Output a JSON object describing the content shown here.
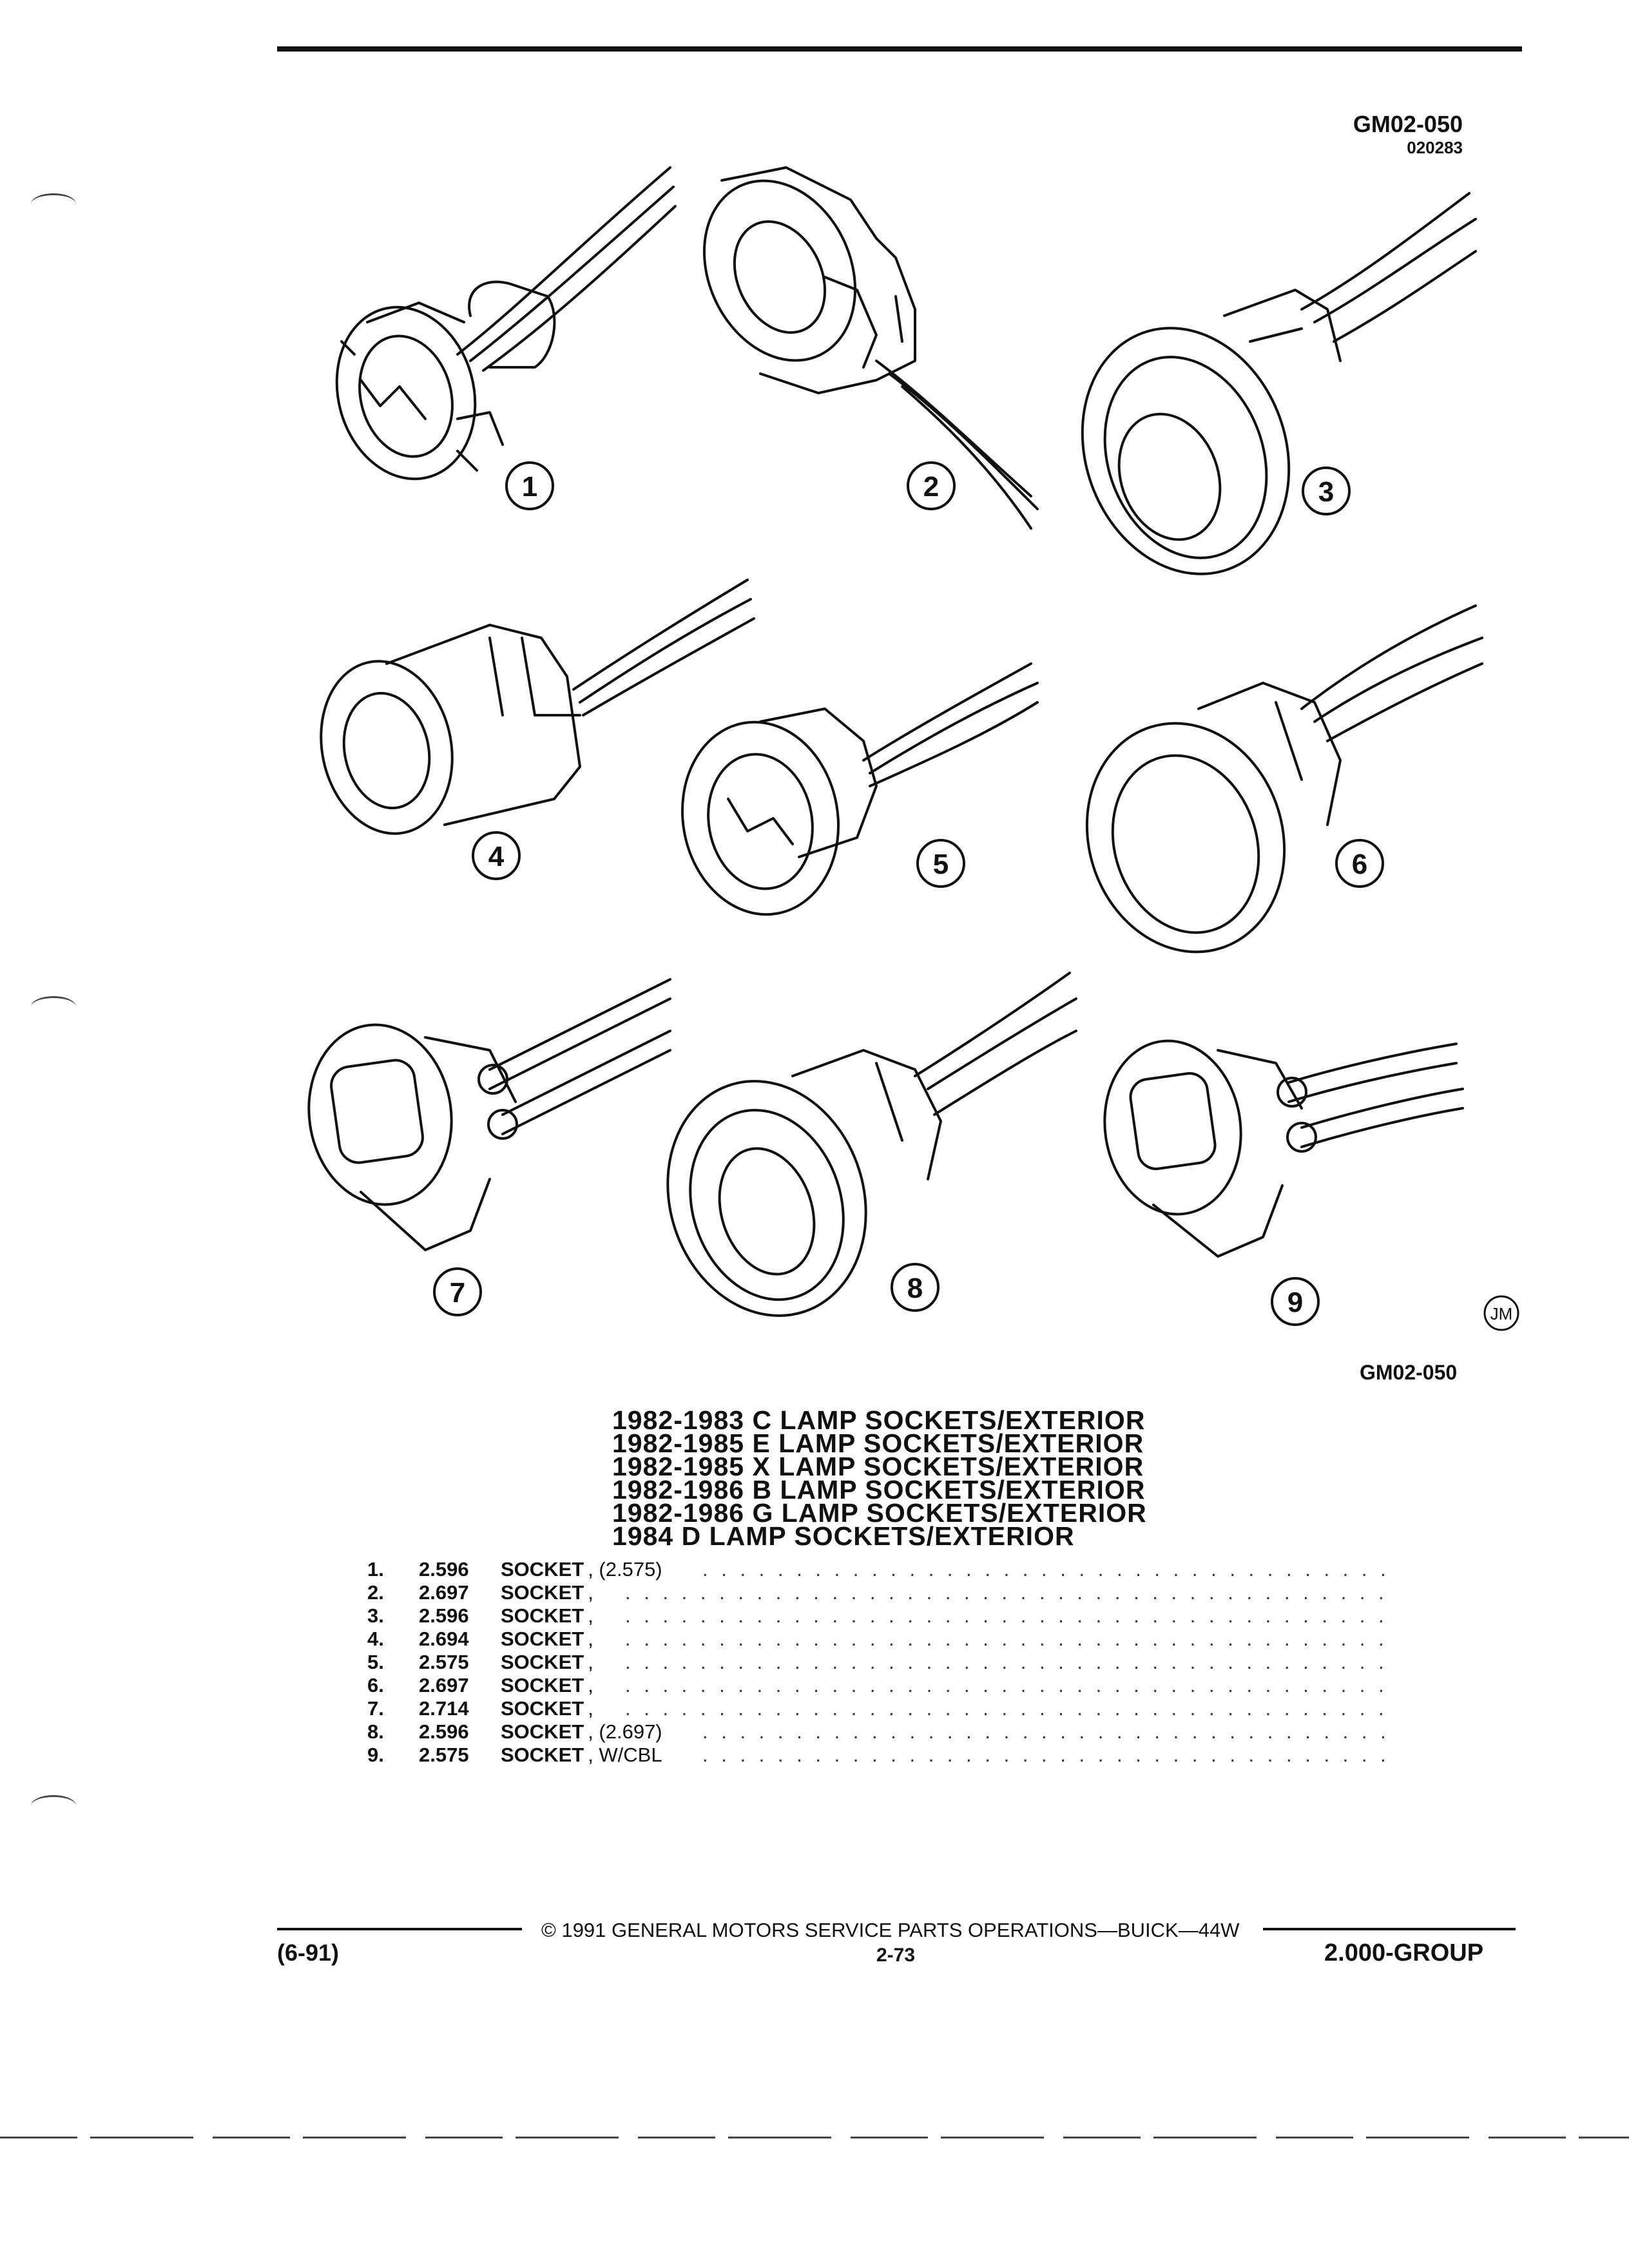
{
  "header": {
    "code": "GM02-050",
    "subcode": "020283"
  },
  "figure": {
    "callouts": [
      "1",
      "2",
      "3",
      "4",
      "5",
      "6",
      "7",
      "8",
      "9"
    ],
    "artist_mark": "JM",
    "code": "GM02-050"
  },
  "titles": [
    "1982-1983 C LAMP SOCKETS/EXTERIOR",
    "1982-1985 E LAMP SOCKETS/EXTERIOR",
    "1982-1985 X LAMP SOCKETS/EXTERIOR",
    "1982-1986 B LAMP SOCKETS/EXTERIOR",
    "1982-1986 G LAMP SOCKETS/EXTERIOR",
    "1984 D LAMP SOCKETS/EXTERIOR"
  ],
  "parts": [
    {
      "num": "1.",
      "group": "2.596",
      "name": "SOCKET",
      "extra": ", (2.575)"
    },
    {
      "num": "2.",
      "group": "2.697",
      "name": "SOCKET",
      "extra": ","
    },
    {
      "num": "3.",
      "group": "2.596",
      "name": "SOCKET",
      "extra": ","
    },
    {
      "num": "4.",
      "group": "2.694",
      "name": "SOCKET",
      "extra": ","
    },
    {
      "num": "5.",
      "group": "2.575",
      "name": "SOCKET",
      "extra": ","
    },
    {
      "num": "6.",
      "group": "2.697",
      "name": "SOCKET",
      "extra": ","
    },
    {
      "num": "7.",
      "group": "2.714",
      "name": "SOCKET",
      "extra": ","
    },
    {
      "num": "8.",
      "group": "2.596",
      "name": "SOCKET",
      "extra": ", (2.697)"
    },
    {
      "num": "9.",
      "group": "2.575",
      "name": "SOCKET",
      "extra": ", W/CBL"
    }
  ],
  "footer": {
    "copyright": "© 1991 GENERAL MOTORS SERVICE PARTS OPERATIONS—BUICK—44W",
    "date": "(6-91)",
    "page": "2-73",
    "group": "2.000-GROUP"
  }
}
